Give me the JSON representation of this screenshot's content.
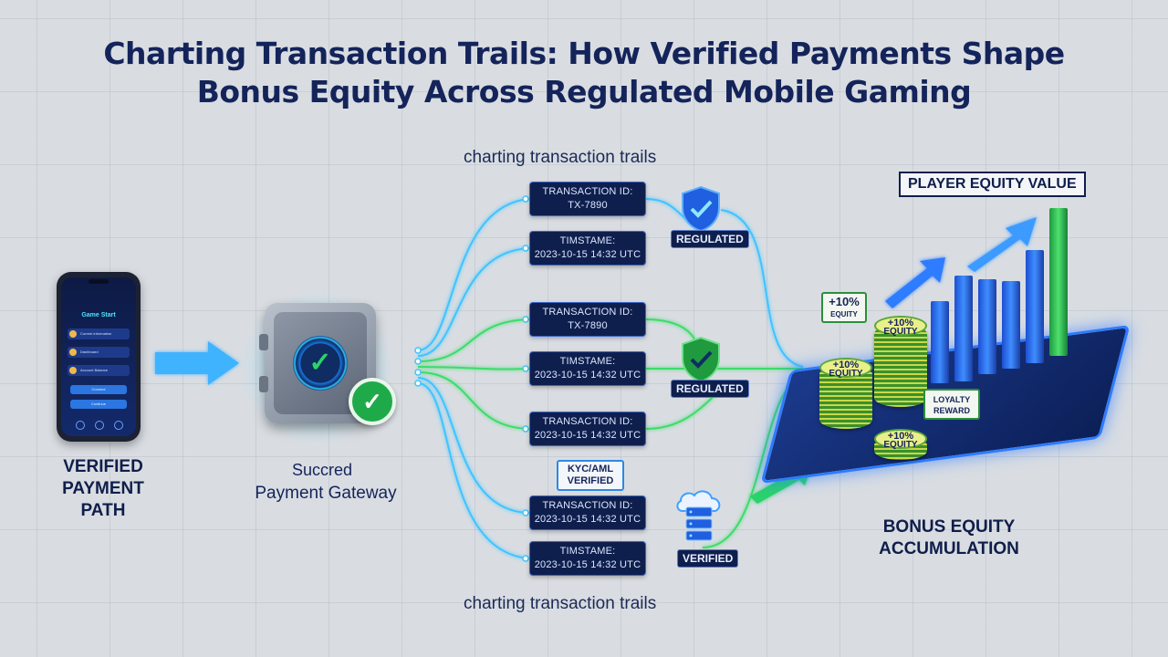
{
  "title": {
    "line1": "Charting Transaction Trails: How Verified Payments Shape",
    "line2": "Bonus Equity Across Regulated Mobile Gaming"
  },
  "captions": {
    "top": "charting transaction trails",
    "bottom": "charting transaction trails"
  },
  "phone": {
    "screen_title": "Game Start",
    "rows": [
      "Current information",
      "Dashboard",
      "Account Balance"
    ],
    "buttons": [
      "Connect",
      "Continue"
    ]
  },
  "payment_path_label": {
    "line1": "VERIFIED",
    "line2": "PAYMENT",
    "line3": "PATH"
  },
  "gateway": {
    "status": "Succred",
    "name": "Payment Gateway"
  },
  "transactions": [
    {
      "line1": "TRANSACTION ID:",
      "line2": "TX-7890"
    },
    {
      "line1": "TIMSTAME:",
      "line2": "2023-10-15 14:32 UTC"
    },
    {
      "line1": "TRANSACTION ID:",
      "line2": "TX-7890"
    },
    {
      "line1": "TIMSTAME:",
      "line2": "2023-10-15 14:32 UTC"
    },
    {
      "line1": "TRANSACTION ID:",
      "line2": "2023-10-15 14:32 UTC"
    },
    {
      "line1": "TRANSACTION ID:",
      "line2": "2023-10-15 14:32 UTC"
    },
    {
      "line1": "TIMSTAME:",
      "line2": "2023-10-15 14:32 UTC"
    }
  ],
  "tags": {
    "regulated_1": "REGULATED",
    "regulated_2": "REGULATED",
    "kyc_line1": "KYC/AML",
    "kyc_line2": "VERIFIED",
    "verified": "VERIFIED"
  },
  "equity": {
    "title": "PLAYER EQUITY VALUE",
    "bubble_pct": "+10%",
    "bubble_word": "EQUITY",
    "coin_labels": [
      {
        "pct": "+10%",
        "word": "EQUITY"
      },
      {
        "pct": "+10%",
        "word": "EQUITY"
      },
      {
        "pct": "+10%",
        "word": "EQUITY"
      }
    ],
    "loyalty_line1": "LOYALTY",
    "loyalty_line2": "REWARD",
    "accum_line1": "BONUS EQUITY",
    "accum_line2": "ACCUMULATION"
  },
  "colors": {
    "navy": "#0f1f4d",
    "cyan_wire": "#3fc4ff",
    "green_wire": "#3ddc6a",
    "green_check": "#1faa4a",
    "blue_bar": "#2f6ff0"
  },
  "icons": [
    "phone-icon",
    "arrow-right-icon",
    "vault-icon",
    "check-badge-icon",
    "shield-check-icon",
    "cloud-server-icon",
    "trend-arrow-icon"
  ]
}
